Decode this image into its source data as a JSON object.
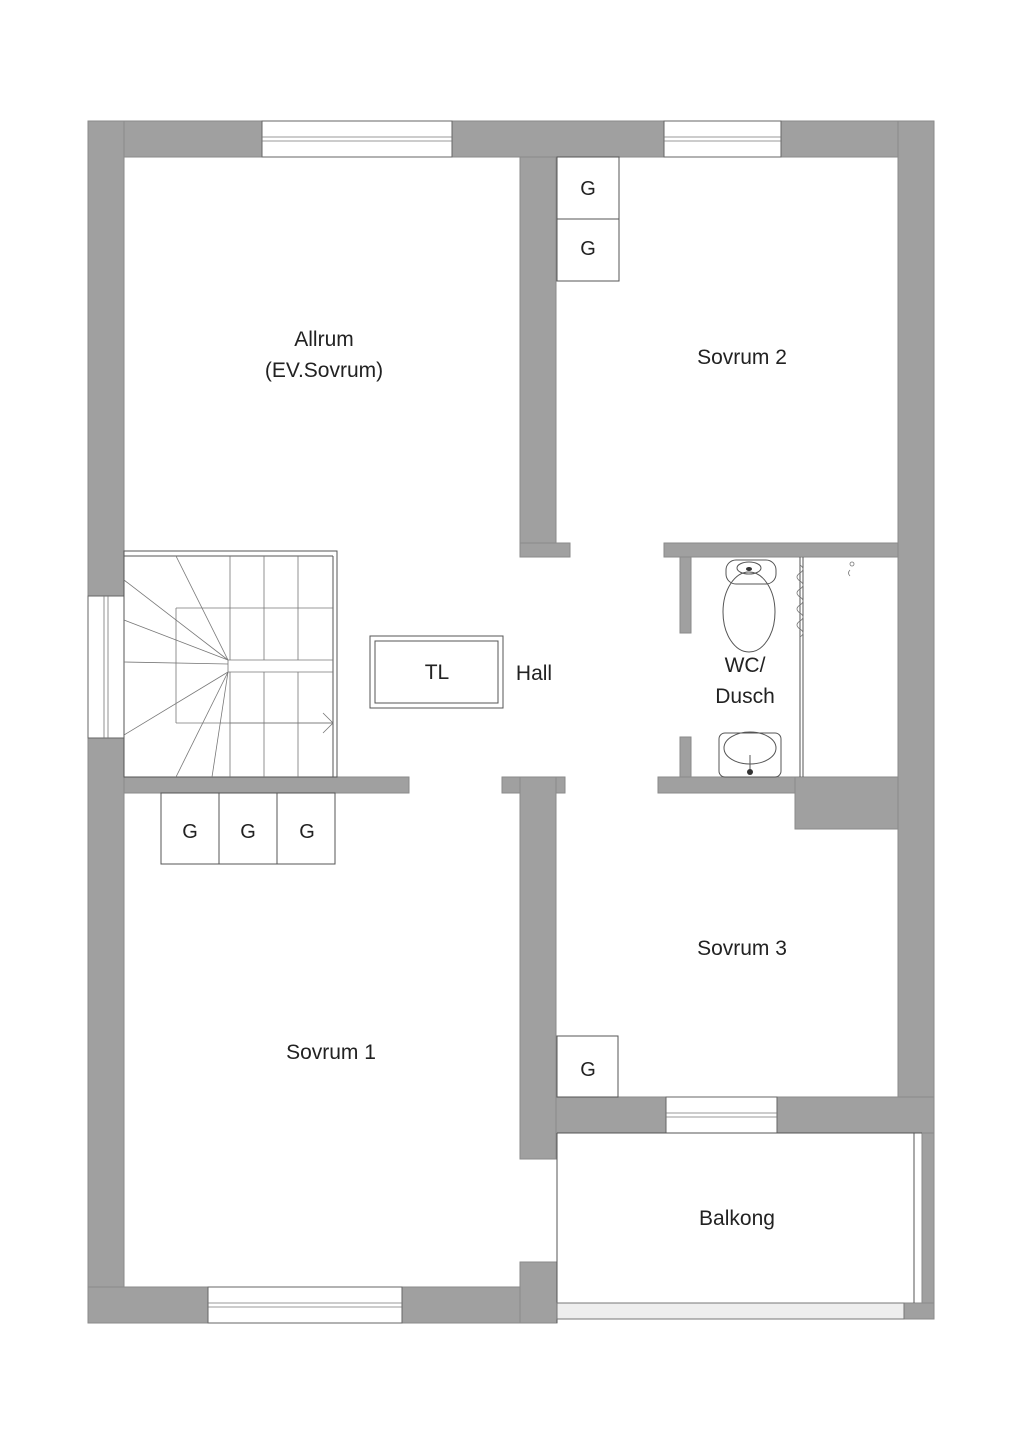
{
  "rooms": {
    "allrum": "Allrum",
    "allrum_sub": "(EV.Sovrum)",
    "sovrum2": "Sovrum 2",
    "hall": "Hall",
    "tl": "TL",
    "wc": "WC/",
    "wc_sub": "Dusch",
    "sovrum3": "Sovrum 3",
    "sovrum1": "Sovrum 1",
    "balkong": "Balkong"
  },
  "closet_label": "G",
  "colors": {
    "wall": "#a0a0a0",
    "background": "#ffffff",
    "line": "#555555"
  }
}
